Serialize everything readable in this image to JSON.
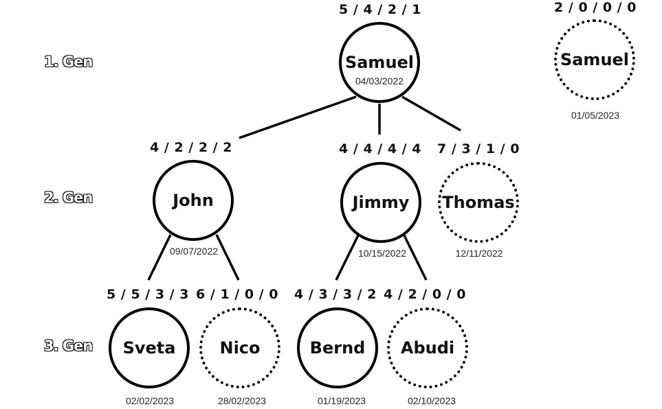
{
  "generations": [
    "1. Gen",
    "2. Gen",
    "3. Gen"
  ],
  "nodes": {
    "samuel": {
      "name": "Samuel",
      "stats": "5 / 4 / 2 / 1",
      "date": "04/03/2022",
      "style": "solid"
    },
    "samuel_alt": {
      "name": "Samuel",
      "stats": "2 / 0 / 0 / 0",
      "date": "01/05/2023",
      "style": "dotted"
    },
    "john": {
      "name": "John",
      "stats": "4 / 2 / 2 / 2",
      "date": "09/07/2022",
      "style": "solid"
    },
    "jimmy": {
      "name": "Jimmy",
      "stats": "4 / 4 / 4 / 4",
      "date": "10/15/2022",
      "style": "solid"
    },
    "thomas": {
      "name": "Thomas",
      "stats": "7 / 3 / 1 / 0",
      "date": "12/11/2022",
      "style": "dotted"
    },
    "sveta": {
      "name": "Sveta",
      "stats": "5 / 5 / 3 / 3",
      "date": "02/02/2023",
      "style": "solid"
    },
    "nico": {
      "name": "Nico",
      "stats": "6 / 1 / 0 / 0",
      "date": "28/02/2023",
      "style": "dotted"
    },
    "bernd": {
      "name": "Bernd",
      "stats": "4 / 3 / 3 / 2",
      "date": "01/19/2023",
      "style": "solid"
    },
    "abudi": {
      "name": "Abudi",
      "stats": "4 / 2 / 0 / 0",
      "date": "02/10/2023",
      "style": "dotted"
    }
  },
  "edges": [
    [
      "samuel",
      "john"
    ],
    [
      "samuel",
      "jimmy"
    ],
    [
      "samuel",
      "thomas"
    ],
    [
      "john",
      "sveta"
    ],
    [
      "john",
      "nico"
    ],
    [
      "jimmy",
      "bernd"
    ],
    [
      "jimmy",
      "abudi"
    ]
  ]
}
